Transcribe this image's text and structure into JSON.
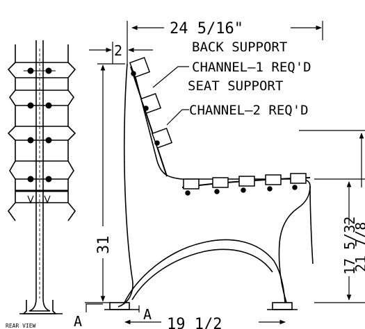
{
  "dimensions": {
    "overall_width": "24 5/16\"",
    "offset": "2",
    "height": "31",
    "base_width": "19 1/2",
    "seat_height": "17 5/32",
    "seat_height_2": "21 7/8"
  },
  "labels": {
    "back_support": "BACK SUPPORT",
    "channel_1": "CHANNEL—1 REQ'D",
    "seat_support": "SEAT SUPPORT",
    "channel_2": "CHANNEL—2 REQ'D",
    "section_a_left": "A",
    "section_a_right": "A",
    "rear_view": "REAR VIEW"
  },
  "colors": {
    "line": "#000000",
    "background": "#ffffff"
  }
}
